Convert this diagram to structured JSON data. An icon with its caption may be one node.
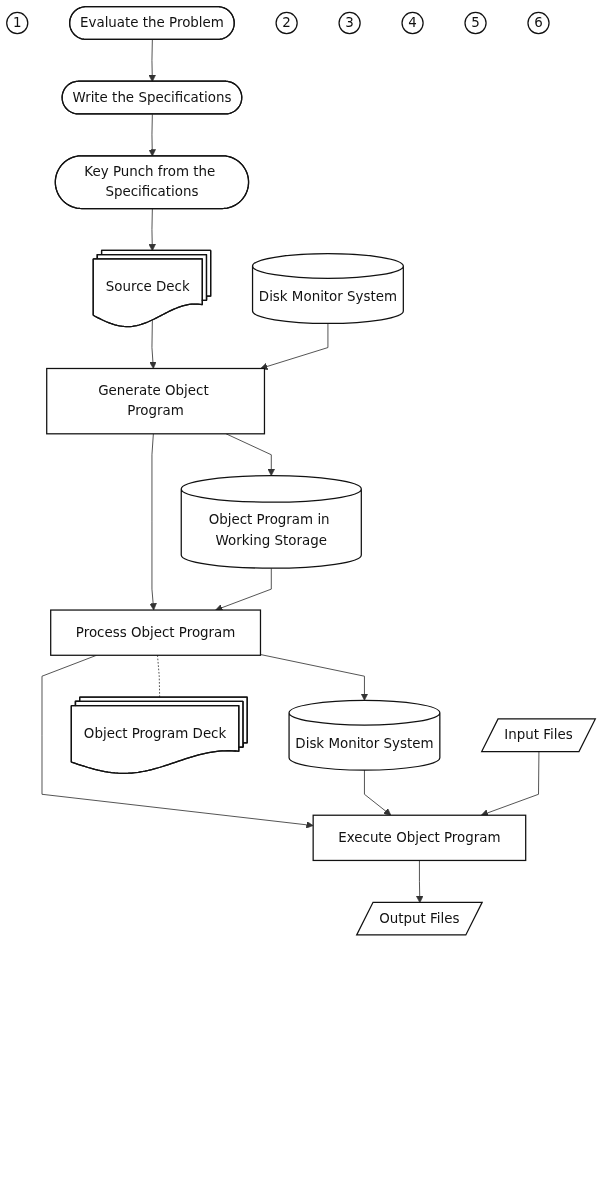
{
  "diagram": {
    "nodes": [
      {
        "text": [
          "1"
        ]
      },
      {
        "text": [
          "Evaluate the Problem"
        ]
      },
      {
        "text": [
          "2"
        ]
      },
      {
        "text": [
          "Write the Specifications"
        ]
      },
      {
        "text": [
          "3"
        ]
      },
      {
        "text": [
          "Key Punch from the Specifications"
        ]
      },
      {
        "text": [
          "Source Deck"
        ]
      },
      {
        "text": [
          "4"
        ]
      },
      {
        "text": [
          "Disk Monitor System"
        ]
      },
      {
        "text": [
          "Generate Object Program"
        ]
      },
      {
        "text": [
          "Object Program in Working Storage"
        ]
      },
      {
        "text": [
          "5"
        ]
      },
      {
        "text": [
          "Disk Monitor System"
        ]
      },
      {
        "text": [
          "Process Object Program"
        ]
      },
      {
        "text": [
          "Object Program Deck"
        ]
      },
      {
        "text": [
          "6"
        ]
      },
      {
        "text": [
          "Execute Object Program"
        ]
      },
      {
        "text": [
          "Input Files"
        ]
      },
      {
        "text": [
          "Output Files"
        ]
      }
    ],
    "edges": [
      {
        "from": 1,
        "to": 3,
        "arrow": "to"
      },
      {
        "from": 3,
        "to": 5,
        "arrow": "to"
      },
      {
        "from": 5,
        "to": 6,
        "arrow": "to"
      },
      {
        "from": 6,
        "to": 9,
        "arrow": "to"
      },
      {
        "from": 8,
        "to": 9,
        "arrow": "to"
      },
      {
        "from": 9,
        "to": 13,
        "arrow": "to"
      },
      {
        "from": 9,
        "to": 10,
        "arrow": "to"
      },
      {
        "from": 10,
        "to": 13,
        "arrow": "to"
      },
      {
        "from": 13,
        "to": 12,
        "arrow": "to"
      },
      {
        "from": 13,
        "to": 14,
        "arrow": "none",
        "style": "dashed"
      },
      {
        "from": 13,
        "to": 16,
        "arrow": "to"
      },
      {
        "from": 12,
        "to": 16,
        "arrow": "to"
      },
      {
        "from": 17,
        "to": 16,
        "arrow": "to"
      },
      {
        "from": 16,
        "to": 18,
        "arrow": "to"
      }
    ]
  }
}
